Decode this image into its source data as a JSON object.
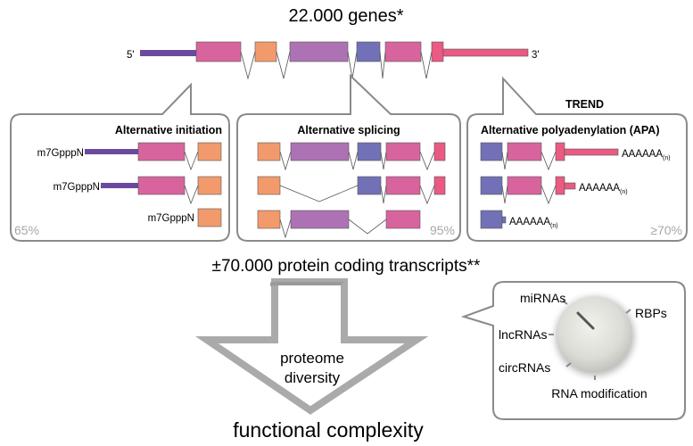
{
  "header": {
    "title": "22.000 genes*"
  },
  "gene": {
    "five_prime": "5'",
    "three_prime": "3'"
  },
  "trend_label": "TREND",
  "panels": {
    "initiation": {
      "title": "Alternative initiation",
      "cap_label": "m7GpppN",
      "percent": "65%"
    },
    "splicing": {
      "title": "Alternative splicing",
      "percent": "95%"
    },
    "polyadenylation": {
      "title": "Alternative polyadenylation (APA)",
      "tail_label": "AAAAAA",
      "tail_sub": "(n)",
      "percent": "≥70%"
    }
  },
  "transcripts_label": "±70.000 protein coding transcripts**",
  "arrow_text": [
    "proteome",
    "diversity"
  ],
  "result_label": "functional complexity",
  "regulators": {
    "mirnas": "miRNAs",
    "lncrnas": "lncRNAs",
    "circrnas": "circRNAs",
    "rbps": "RBPs",
    "rna_modification": "RNA modification"
  },
  "colors": {
    "purple": "#6a4a9c",
    "pink": "#d8649e",
    "orange": "#f29a6c",
    "mauve": "#ad72b4",
    "blue": "#7270b6",
    "red": "#ea5a82"
  }
}
